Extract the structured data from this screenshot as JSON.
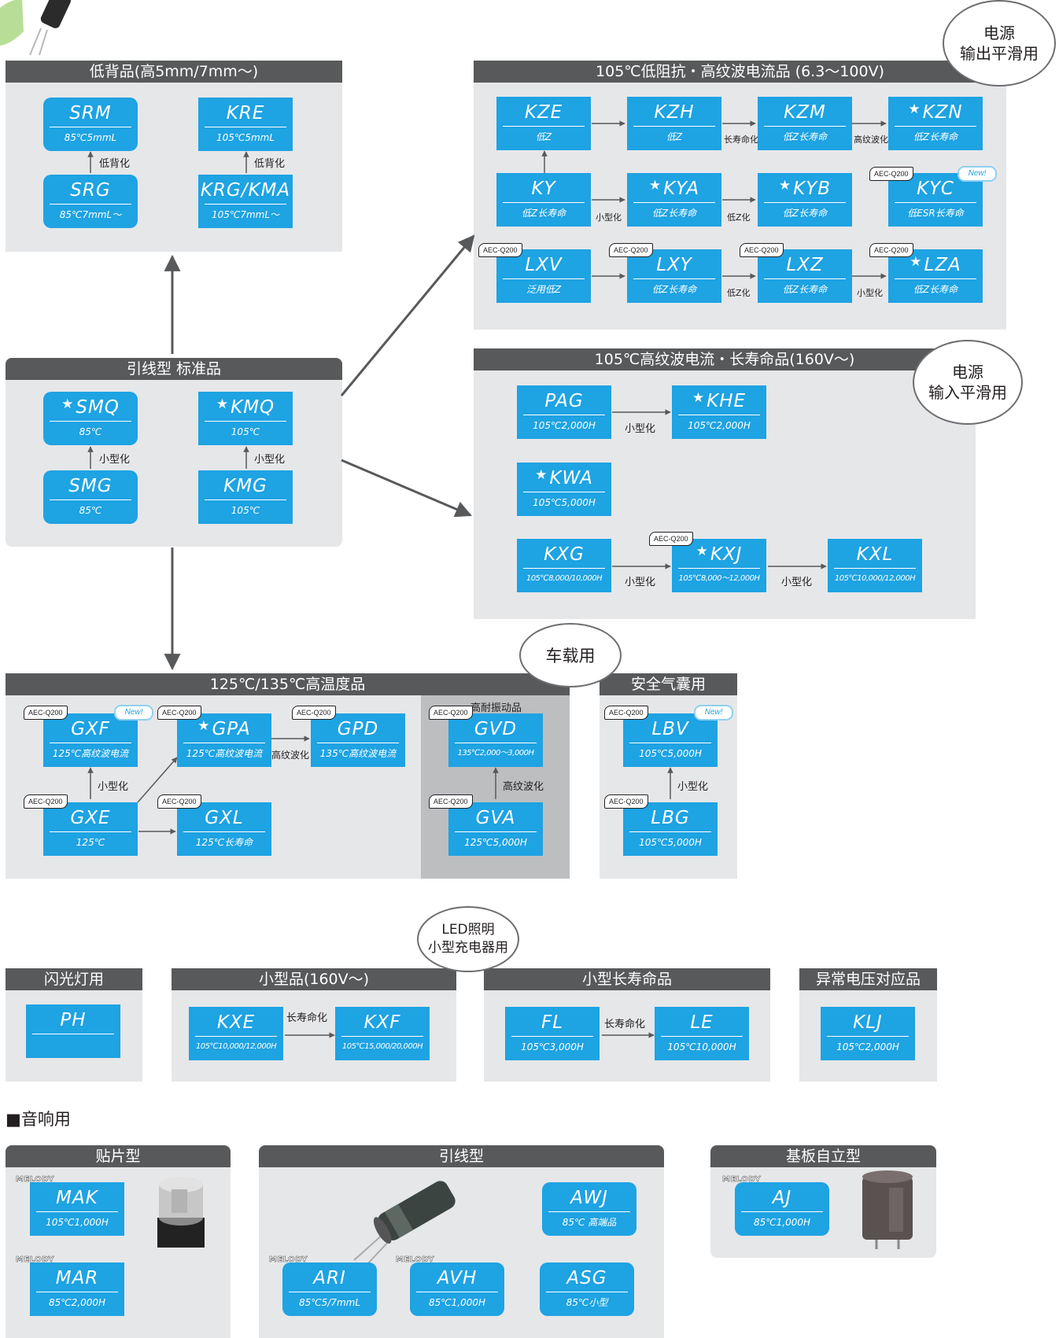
{
  "panels": {
    "low_profile": "低背品(高5mm/7mm～)",
    "leaded_std": "引线型 标准品",
    "low_imp": "105℃低阻抗・高纹波电流品 (6.3～100V)",
    "high_ripple": "105℃高纹波电流・长寿命品(160V～)",
    "high_temp": "125℃/135℃高温度品",
    "airbag": "安全气囊用",
    "flash": "闪光灯用",
    "small": "小型品(160V～)",
    "small_long": "小型长寿命品",
    "abnormal": "异常电压对应品",
    "smd": "贴片型",
    "leaded": "引线型",
    "snapin": "基板自立型"
  },
  "bubbles": {
    "power_out": [
      "电源",
      "输出平滑用"
    ],
    "power_in": [
      "电源",
      "输入平滑用"
    ],
    "auto": [
      "车载用"
    ],
    "led": [
      "LED照明",
      "小型充电器用"
    ]
  },
  "section_audio": "■音响用",
  "aec": "AEC-Q200",
  "new": "New!",
  "melody": "MELODY",
  "star": "★",
  "series": {
    "SRM": {
      "name": "SRM",
      "spec": "85℃5mmL"
    },
    "KRE": {
      "name": "KRE",
      "spec": "105℃5mmL"
    },
    "SRG": {
      "name": "SRG",
      "spec": "85℃7mmL～"
    },
    "KRG": {
      "name": "KRG/KMA",
      "spec": "105℃7mmL～"
    },
    "SMQ": {
      "name": "SMQ",
      "spec": "85℃"
    },
    "KMQ": {
      "name": "KMQ",
      "spec": "105℃"
    },
    "SMG": {
      "name": "SMG",
      "spec": "85℃"
    },
    "KMG": {
      "name": "KMG",
      "spec": "105℃"
    },
    "KZE": {
      "name": "KZE",
      "spec": "低Z"
    },
    "KZH": {
      "name": "KZH",
      "spec": "低Z"
    },
    "KZM": {
      "name": "KZM",
      "spec": "低Z长寿命"
    },
    "KZN": {
      "name": "KZN",
      "spec": "低Z长寿命"
    },
    "KY": {
      "name": "KY",
      "spec": "低Z长寿命"
    },
    "KYA": {
      "name": "KYA",
      "spec": "低Z长寿命"
    },
    "KYB": {
      "name": "KYB",
      "spec": "低Z长寿命"
    },
    "KYC": {
      "name": "KYC",
      "spec": "低ESR长寿命"
    },
    "LXV": {
      "name": "LXV",
      "spec": "泛用低Z"
    },
    "LXY": {
      "name": "LXY",
      "spec": "低Z长寿命"
    },
    "LXZ": {
      "name": "LXZ",
      "spec": "低Z长寿命"
    },
    "LZA": {
      "name": "LZA",
      "spec": "低Z长寿命"
    },
    "PAG": {
      "name": "PAG",
      "spec": "105℃2,000H"
    },
    "KHE": {
      "name": "KHE",
      "spec": "105℃2,000H"
    },
    "KWA": {
      "name": "KWA",
      "spec": "105℃5,000H"
    },
    "KXG": {
      "name": "KXG",
      "spec": "105℃8,000/10,000H"
    },
    "KXJ": {
      "name": "KXJ",
      "spec": "105℃8,000～12,000H"
    },
    "KXL": {
      "name": "KXL",
      "spec": "105℃10,000/12,000H"
    },
    "GXF": {
      "name": "GXF",
      "spec": "125℃高纹波电流"
    },
    "GPA": {
      "name": "GPA",
      "spec": "125℃高纹波电流"
    },
    "GPD": {
      "name": "GPD",
      "spec": "135℃高纹波电流"
    },
    "GXE": {
      "name": "GXE",
      "spec": "125℃"
    },
    "GXL": {
      "name": "GXL",
      "spec": "125℃长寿命"
    },
    "GVD": {
      "name": "GVD",
      "spec": "135℃2,000～3,000H"
    },
    "GVA": {
      "name": "GVA",
      "spec": "125℃5,000H"
    },
    "LBV": {
      "name": "LBV",
      "spec": "105℃5,000H"
    },
    "LBG": {
      "name": "LBG",
      "spec": "105℃5,000H"
    },
    "PH": {
      "name": "PH",
      "spec": ""
    },
    "KXE": {
      "name": "KXE",
      "spec": "105℃10,000/12,000H"
    },
    "KXF": {
      "name": "KXF",
      "spec": "105℃15,000/20,000H"
    },
    "FL": {
      "name": "FL",
      "spec": "105℃3,000H"
    },
    "LE": {
      "name": "LE",
      "spec": "105℃10,000H"
    },
    "KLJ": {
      "name": "KLJ",
      "spec": "105℃2,000H"
    },
    "MAK": {
      "name": "MAK",
      "spec": "105℃1,000H"
    },
    "MAR": {
      "name": "MAR",
      "spec": "85℃2,000H"
    },
    "AWJ": {
      "name": "AWJ",
      "spec": "85℃ 高端品"
    },
    "ARI": {
      "name": "ARI",
      "spec": "85℃5/7mmL"
    },
    "AVH": {
      "name": "AVH",
      "spec": "85℃1,000H"
    },
    "ASG": {
      "name": "ASG",
      "spec": "85℃小型"
    },
    "AJ": {
      "name": "AJ",
      "spec": "85℃1,000H"
    }
  },
  "labels": {
    "low_profile": "低背化",
    "miniaturize": "小型化",
    "long_life": "长寿命化",
    "high_ripple": "高纹波化",
    "low_z": "低Z化",
    "vibration": "高耐振动品"
  }
}
